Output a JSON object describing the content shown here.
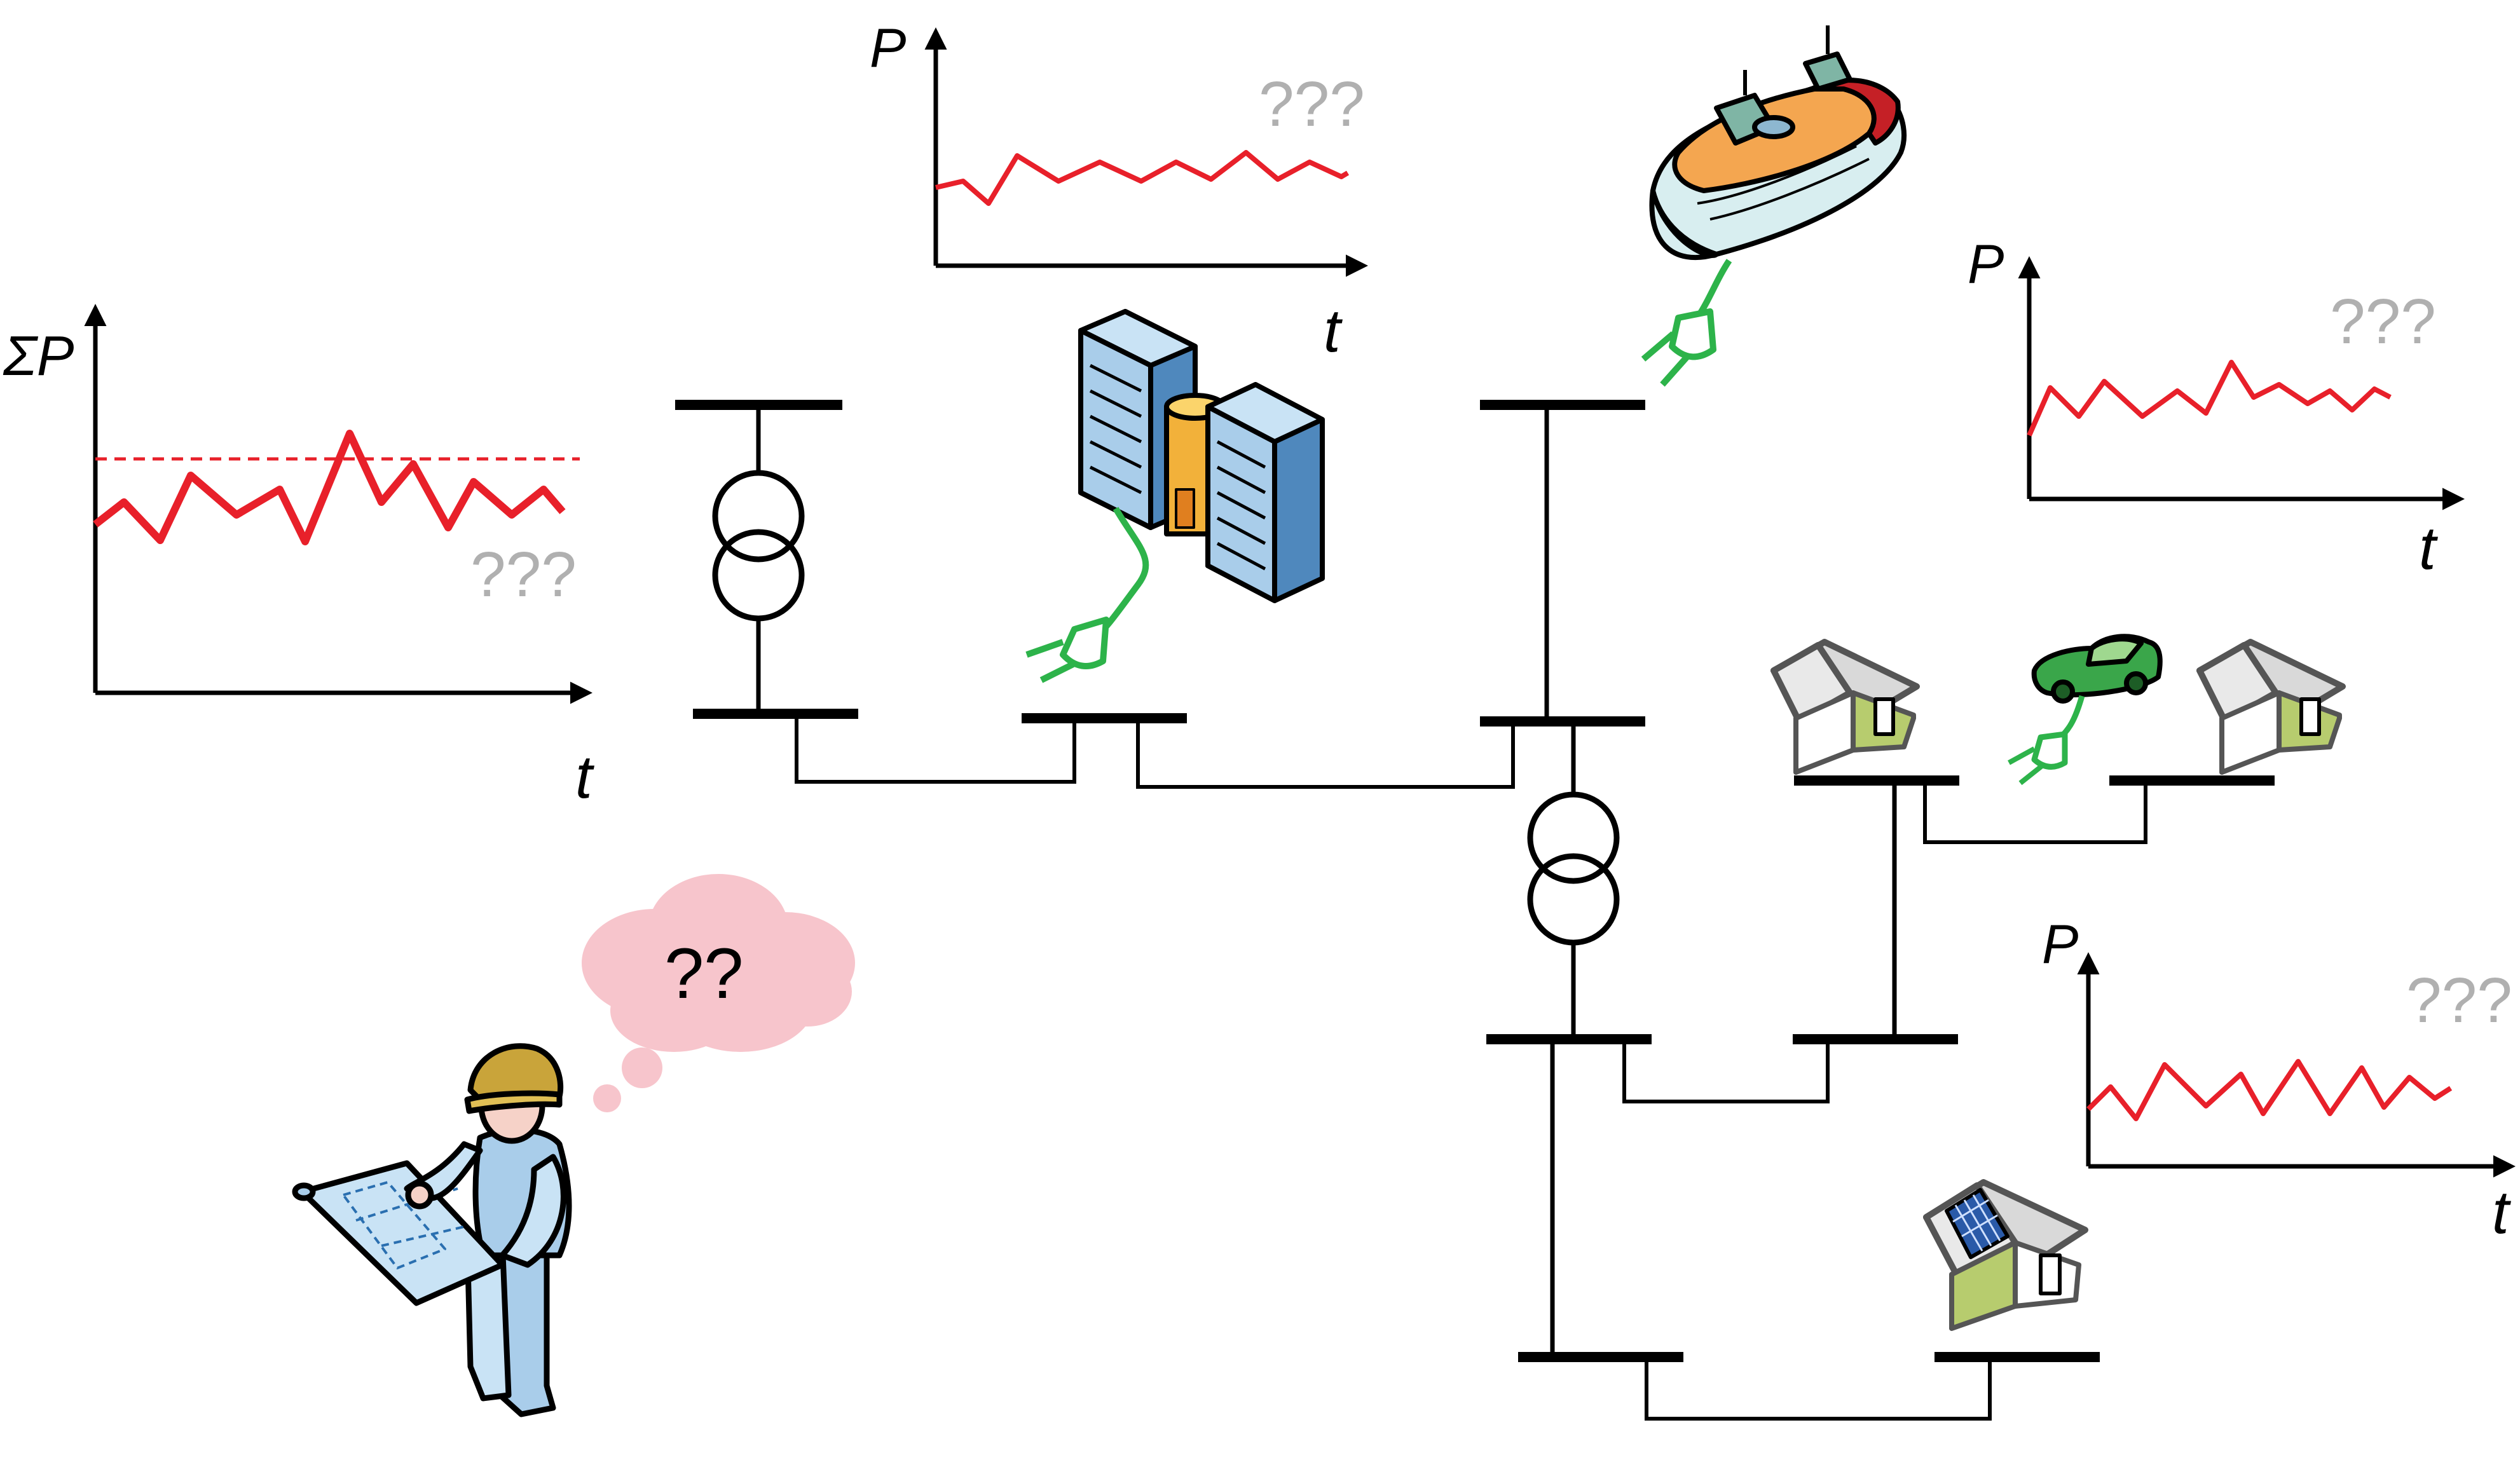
{
  "charts": [
    {
      "id": "aggregate",
      "y_label": "ΣP",
      "x_label": "t",
      "unknown": "???",
      "line_color": "#e8202a",
      "threshold_color": "#e8202a"
    },
    {
      "id": "datacenter",
      "y_label": "P",
      "x_label": "t",
      "unknown": "???",
      "line_color": "#e8202a"
    },
    {
      "id": "ferry",
      "y_label": "P",
      "x_label": "t",
      "unknown": "???",
      "line_color": "#e8202a"
    },
    {
      "id": "households",
      "y_label": "P",
      "x_label": "t",
      "unknown": "???",
      "line_color": "#e8202a"
    }
  ],
  "thought": {
    "text": "??",
    "color": "#f7c5cc"
  },
  "colors": {
    "plug": "#2db34a",
    "grid": "#000000",
    "house_wall": "#b7cc6e",
    "server": "#4f88bd"
  },
  "icons": [
    "transformer-icon",
    "data-center-icon",
    "ferry-icon",
    "house-icon",
    "electric-car-icon",
    "solar-house-icon",
    "engineer-icon",
    "plug-icon",
    "thought-bubble-icon"
  ]
}
